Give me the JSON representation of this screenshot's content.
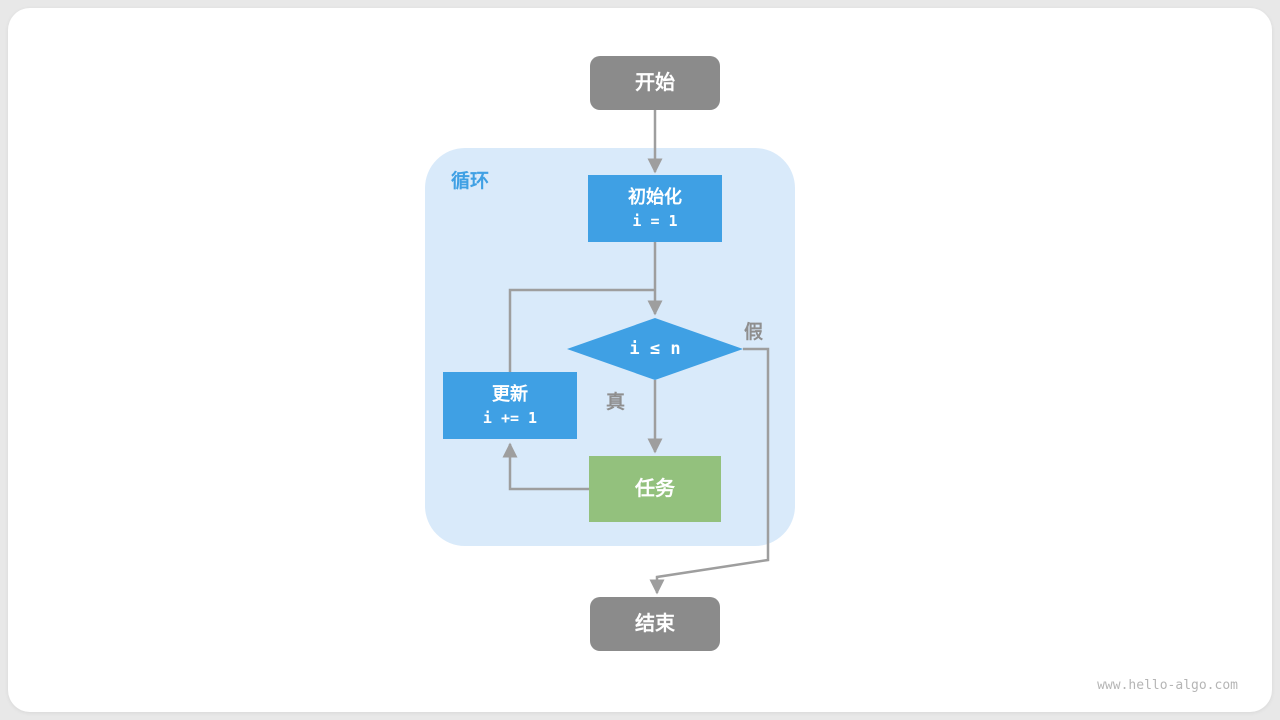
{
  "diagram": {
    "loop_label": "循环",
    "branch_true": "真",
    "branch_false": "假",
    "watermark": "www.hello-algo.com",
    "nodes": {
      "start": "开始",
      "init_title": "初始化",
      "init_code": "i = 1",
      "cond": "i ≤ n",
      "update_title": "更新",
      "update_code": "i += 1",
      "task": "任务",
      "end": "结束"
    },
    "colors": {
      "gray_node": "#8b8b8b",
      "blue_node": "#3fa0e4",
      "green_node": "#93c17d",
      "loop_bg": "#d9eafa",
      "loop_label_color": "#3fa0e4",
      "arrow": "#9e9e9e",
      "branch_label": "#8f8f8f",
      "watermark": "#b5b5b5"
    }
  }
}
